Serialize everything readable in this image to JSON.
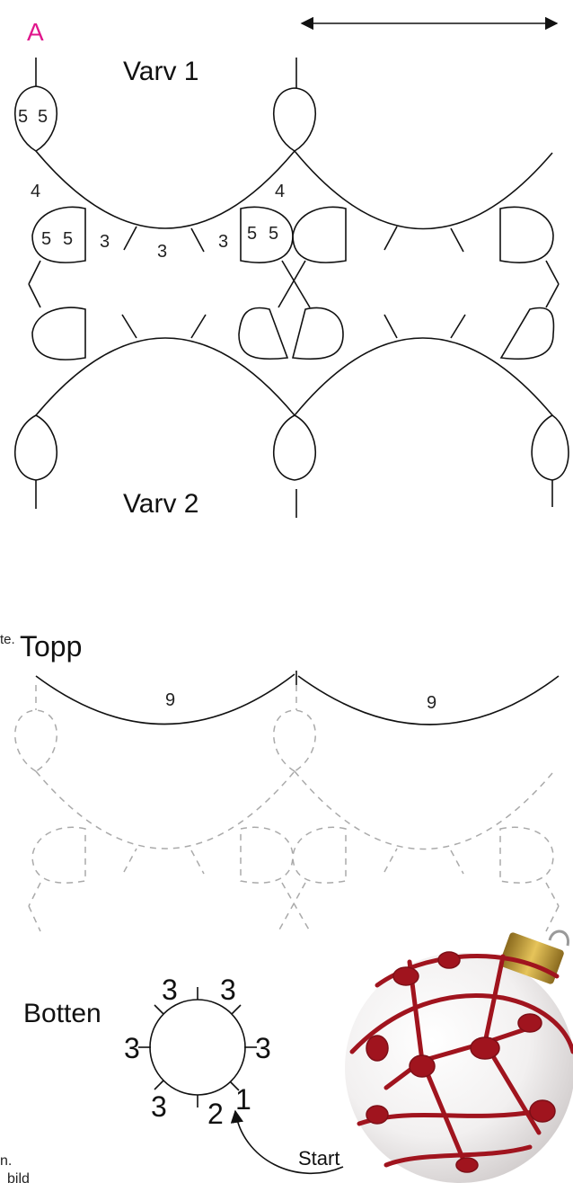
{
  "colors": {
    "ink": "#111111",
    "accent": "#e0168c",
    "ghost": "#aaaaaa",
    "ornament_red": "#a0141e",
    "ornament_gold": "#c8a032"
  },
  "labels": {
    "section_marker": "A",
    "round1": "Varv 1",
    "round2": "Varv 2",
    "top": "Topp",
    "top_clipped_prefix": "te.",
    "bottom": "Botten",
    "start": "Start",
    "clipped_left_1": "n.",
    "clipped_left_2": "bild"
  },
  "round1": {
    "ring_top": [
      "5",
      "5"
    ],
    "ring_left": [
      "5",
      "5"
    ],
    "ring_right": [
      "5",
      "5"
    ],
    "chain_left": "4",
    "chain_right": "4",
    "chain_segments": [
      "3",
      "3",
      "3"
    ]
  },
  "topp": {
    "chains": [
      "9",
      "9"
    ]
  },
  "botten": {
    "picot_counts": [
      "3",
      "3",
      "3",
      "3",
      "3",
      "2",
      "1"
    ]
  },
  "icons": {
    "width_arrow": "double-arrow-icon",
    "start_arrow": "curved-arrow-icon",
    "photo": "christmas-ornament-photo"
  }
}
